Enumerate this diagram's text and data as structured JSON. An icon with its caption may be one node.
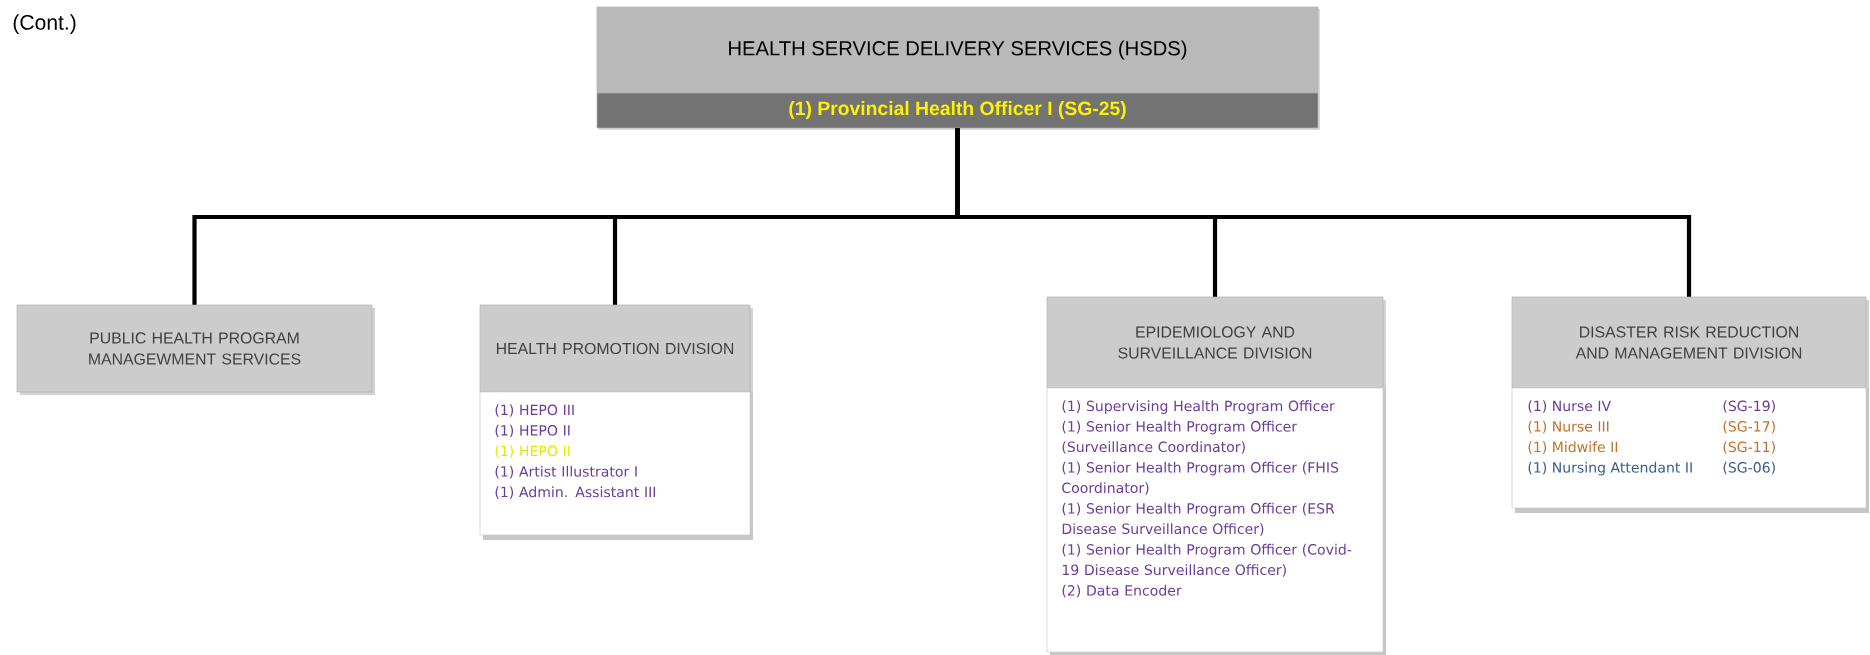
{
  "diagram": {
    "nodes": [
      {
        "text": [
          "HEALTH SERVICE DELIVERY SERVICES (HSDS)",
          "(1) Provincial Health Officer I (SG-25)"
        ]
      },
      {
        "text": [
          "PUBLIC HEALTH PROGRAM MANAGEWMENT SERVICES"
        ]
      },
      {
        "text": [
          "HEALTH PROMOTION DIVISION",
          "(1) HEPO III",
          "(1) HEPO II",
          "(1) HEPO II",
          "(1) Artist Illustrator I",
          "(1) Admin. Assistant III"
        ]
      },
      {
        "text": [
          "EPIDEMIOLOGY AND SURVEILLANCE DIVISION",
          "(1) Supervising Health Program Officer",
          "(1) Senior Health Program Officer (Surveillance Coordinator)",
          "(1) Senior Health Program Officer (FHIS Coordinator)",
          "(1) Senior Health Program Officer (ESR Disease Surveillance Officer)",
          "(1) Senior Health Program Officer (Covid-19 Disease Surveillance Officer)",
          "(2) Data Encoder"
        ]
      },
      {
        "text": [
          "DISASTER RISK REDUCTION AND MANAGEMENT DIVISION",
          "(1) Nurse IV",
          "(SG-19)",
          "(1) Nurse III",
          "(SG-17)",
          "(1) Midwife II",
          "(SG-11)",
          "(1) Nursing Attendant II",
          "(SG-06)"
        ]
      }
    ],
    "edges": [
      {
        "from": 0,
        "to": 1,
        "arrow": "none"
      },
      {
        "from": 0,
        "to": 2,
        "arrow": "none"
      },
      {
        "from": 0,
        "to": 3,
        "arrow": "none"
      },
      {
        "from": 0,
        "to": 4,
        "arrow": "none"
      }
    ],
    "labels": [
      "(Cont.)"
    ]
  }
}
